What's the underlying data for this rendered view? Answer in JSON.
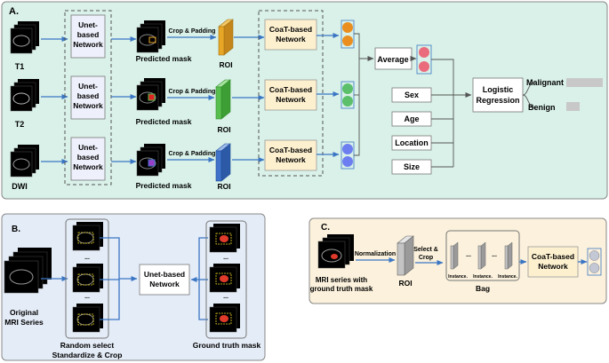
{
  "panel_a": {
    "label": "A.",
    "inputs": [
      "T1",
      "T2",
      "DWI"
    ],
    "unet_label": [
      "Unet-",
      "based",
      "Network"
    ],
    "predicted_mask": "Predicted mask",
    "crop_label": "Crop & Padding",
    "roi": "ROI",
    "coat_label": [
      "CoaT-based",
      "Network"
    ],
    "average": "Average",
    "clinical": [
      "Sex",
      "Age",
      "Location",
      "Size"
    ],
    "logistic": [
      "Logistic",
      "Regression"
    ],
    "outputs": [
      "Malignant",
      "Benign"
    ],
    "colors": {
      "t1": "#e8a627",
      "t2": "#58bf4f",
      "dwi": "#3f72c8",
      "merged": "#ea6b7c"
    }
  },
  "panel_b": {
    "label": "B.",
    "original": [
      "Original",
      "MRI Series"
    ],
    "random_select": [
      "Random select",
      "Standardize & Crop"
    ],
    "unet": [
      "Unet-based",
      "Network"
    ],
    "gt_mask": "Ground truth mask",
    "dots": "..."
  },
  "panel_c": {
    "label": "C.",
    "mri": [
      "MRI series with",
      "ground truth mask"
    ],
    "normalization": "Normalization",
    "roi": "ROI",
    "select_crop": [
      "Select &",
      "Crop"
    ],
    "instances": [
      "Instance.",
      "Instance.",
      "Instance."
    ],
    "dots": "...",
    "bag": "Bag",
    "coat": [
      "CoaT-based",
      "Network"
    ]
  }
}
